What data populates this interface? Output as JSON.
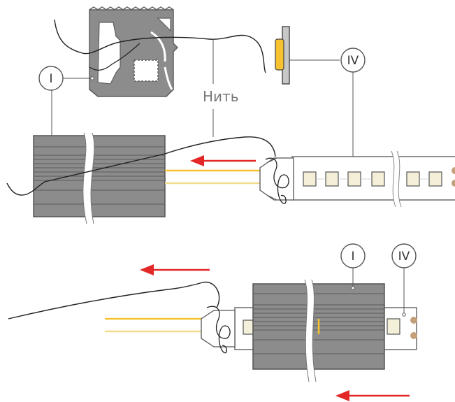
{
  "labels": {
    "thread_word": "Нить",
    "callout_i": "I",
    "callout_iv": "IV"
  },
  "colors": {
    "profile_fill": "#8c8c8c",
    "profile_dark": "#555555",
    "arrow": "#e32727",
    "wire_yellow": "#f6c230",
    "wire_light": "#f2dc8f",
    "led_chip": "#f4efd8",
    "outline": "#333333",
    "strip_bg": "#ffffff"
  },
  "icons": [
    "end-cap-icon",
    "direction-arrow-icon",
    "led-chip-icon",
    "thread-icon"
  ]
}
